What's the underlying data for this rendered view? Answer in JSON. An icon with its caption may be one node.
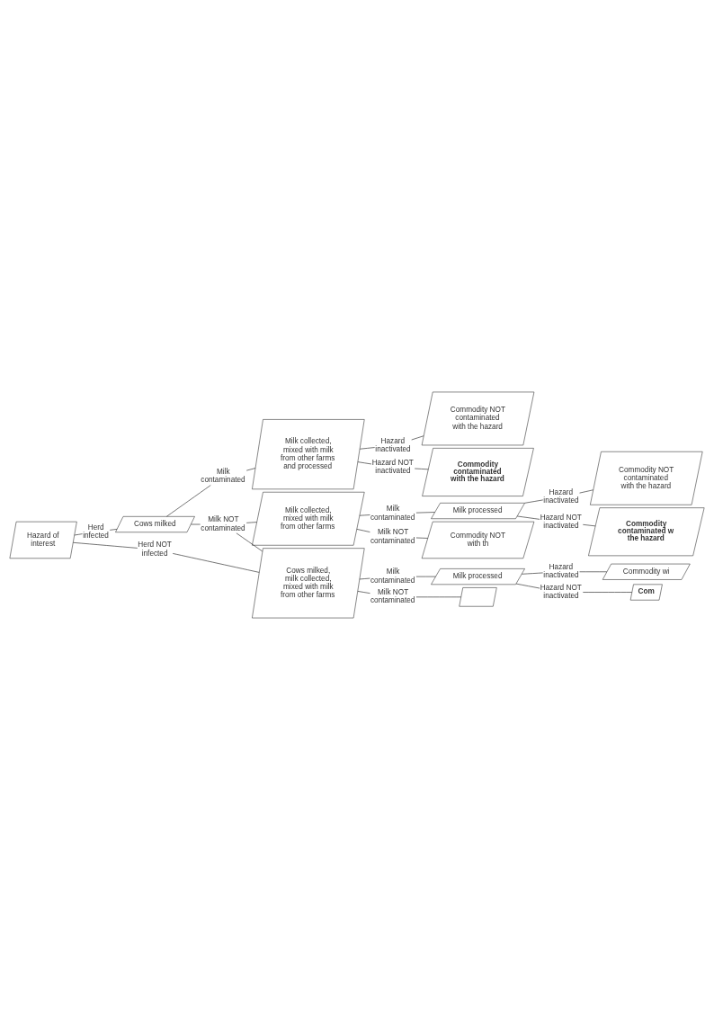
{
  "diagram": {
    "nodes": [
      {
        "text": [
          "Hazard of interest"
        ]
      },
      {
        "text": [
          "Herd infected"
        ]
      },
      {
        "text": [
          "Herd NOT infected"
        ]
      },
      {
        "text": [
          "Cows milked"
        ]
      },
      {
        "text": [
          "Milk contaminated"
        ]
      },
      {
        "text": [
          "Milk NOT contaminated"
        ]
      },
      {
        "text": [
          "Milk collected, mixed with milk from other farms and processed"
        ]
      },
      {
        "text": [
          "Hazard inactivated"
        ]
      },
      {
        "text": [
          "Hazard NOT inactivated"
        ]
      },
      {
        "text": [
          "Commodity NOT contaminated with the hazard"
        ]
      },
      {
        "text": [
          "Commodity contaminated with the hazard"
        ]
      },
      {
        "text": [
          "Milk collected, mixed with milk from other farms"
        ]
      },
      {
        "text": [
          "Milk contaminated"
        ]
      },
      {
        "text": [
          "Milk NOT contaminated"
        ]
      },
      {
        "text": [
          "Milk processed"
        ]
      },
      {
        "text": [
          "Hazard inactivated"
        ]
      },
      {
        "text": [
          "Hazard NOT inactivated"
        ]
      },
      {
        "text": [
          "Commodity NOT contaminated with the hazard"
        ]
      },
      {
        "text": [
          "Commodity contaminated w the hazard"
        ]
      },
      {
        "text": [
          "Commodity NOT with th"
        ]
      },
      {
        "text": [
          "Cows milked, milk collected, mixed with milk from other farms"
        ]
      },
      {
        "text": [
          "Milk contaminated"
        ]
      },
      {
        "text": [
          "Milk NOT contaminated"
        ]
      },
      {
        "text": [
          "Milk processed"
        ]
      },
      {
        "text": [
          "Hazard inactivated"
        ]
      },
      {
        "text": [
          "Hazard NOT inactivated"
        ]
      },
      {
        "text": [
          "Commodity wi"
        ]
      },
      {
        "text": [
          "Com"
        ]
      },
      {
        "text": [],
        "shape": "box"
      }
    ],
    "edges": [
      {
        "from": 0,
        "to": 1,
        "arrow": "none"
      },
      {
        "from": 0,
        "to": 2,
        "arrow": "none"
      },
      {
        "from": 1,
        "to": 3,
        "arrow": "none"
      },
      {
        "from": 3,
        "to": 4,
        "arrow": "none"
      },
      {
        "from": 3,
        "to": 5,
        "arrow": "none"
      },
      {
        "from": 4,
        "to": 6,
        "arrow": "none"
      },
      {
        "from": 6,
        "to": 7,
        "arrow": "none"
      },
      {
        "from": 6,
        "to": 8,
        "arrow": "none"
      },
      {
        "from": 7,
        "to": 9,
        "arrow": "none"
      },
      {
        "from": 8,
        "to": 10,
        "arrow": "none"
      },
      {
        "from": 5,
        "to": 11,
        "arrow": "none"
      },
      {
        "from": 5,
        "to": 20,
        "arrow": "none"
      },
      {
        "from": 11,
        "to": 12,
        "arrow": "none"
      },
      {
        "from": 11,
        "to": 13,
        "arrow": "none"
      },
      {
        "from": 12,
        "to": 14,
        "arrow": "none"
      },
      {
        "from": 14,
        "to": 15,
        "arrow": "none"
      },
      {
        "from": 14,
        "to": 16,
        "arrow": "none"
      },
      {
        "from": 15,
        "to": 17,
        "arrow": "none"
      },
      {
        "from": 16,
        "to": 18,
        "arrow": "none"
      },
      {
        "from": 13,
        "to": 19,
        "arrow": "none"
      },
      {
        "from": 2,
        "to": 20,
        "arrow": "none"
      },
      {
        "from": 20,
        "to": 21,
        "arrow": "none"
      },
      {
        "from": 20,
        "to": 22,
        "arrow": "none"
      },
      {
        "from": 21,
        "to": 23,
        "arrow": "none"
      },
      {
        "from": 23,
        "to": 24,
        "arrow": "none"
      },
      {
        "from": 23,
        "to": 25,
        "arrow": "none"
      },
      {
        "from": 24,
        "to": 26,
        "arrow": "none"
      },
      {
        "from": 25,
        "to": 27,
        "arrow": "none"
      },
      {
        "from": 22,
        "to": 28,
        "arrow": "none"
      }
    ]
  }
}
